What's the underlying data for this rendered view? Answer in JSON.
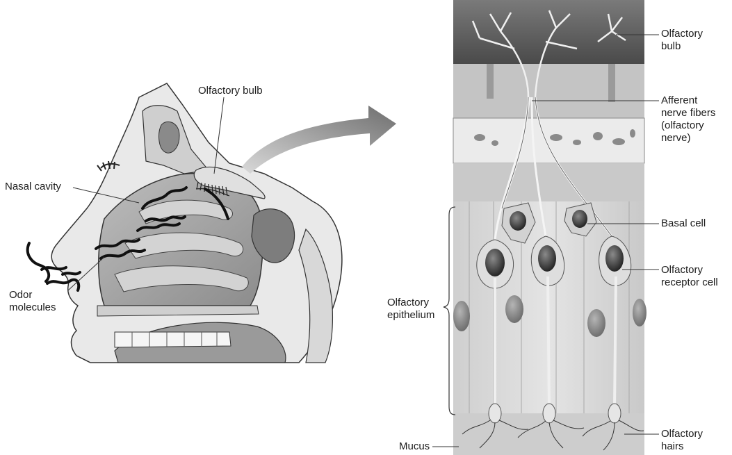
{
  "left_panel": {
    "labels": {
      "olfactory_bulb": "Olfactory bulb",
      "nasal_cavity": "Nasal cavity",
      "odor_molecules": [
        "Odor",
        "molecules"
      ]
    }
  },
  "right_panel": {
    "labels": {
      "olfactory_bulb": [
        "Olfactory",
        "bulb"
      ],
      "afferent_fibers": [
        "Afferent",
        "nerve fibers",
        "(olfactory",
        "nerve)"
      ],
      "basal_cell": "Basal cell",
      "receptor_cell": [
        "Olfactory",
        "receptor cell"
      ],
      "epithelium": [
        "Olfactory",
        "epithelium"
      ],
      "mucus": "Mucus",
      "olfactory_hairs": [
        "Olfactory",
        "hairs"
      ]
    }
  }
}
